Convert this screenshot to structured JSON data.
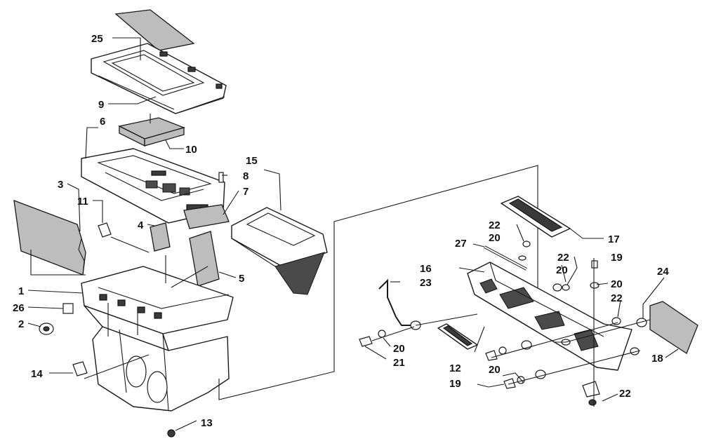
{
  "callouts": {
    "c1": "1",
    "c2": "2",
    "c3": "3",
    "c4": "4",
    "c5": "5",
    "c6": "6",
    "c7": "7",
    "c8": "8",
    "c9": "9",
    "c10": "10",
    "c11": "11",
    "c12": "12",
    "c13": "13",
    "c14": "14",
    "c15": "15",
    "c16": "16",
    "c17": "17",
    "c18": "18",
    "c19a": "19",
    "c19b": "19",
    "c20a": "20",
    "c20b": "20",
    "c20c": "20",
    "c20d": "20",
    "c20e": "20",
    "c21": "21",
    "c22a": "22",
    "c22b": "22",
    "c22c": "22",
    "c22d": "22",
    "c23": "23",
    "c24": "24",
    "c25": "25",
    "c26": "26",
    "c27": "27"
  }
}
